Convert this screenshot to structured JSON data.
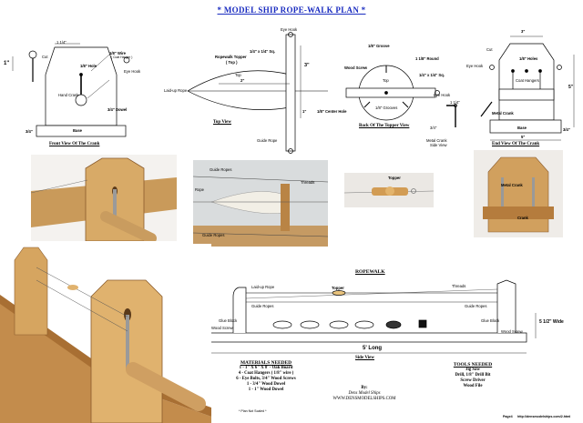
{
  "title": "* MODEL SHIP ROPE-WALK PLAN *",
  "front_view": {
    "caption": "Front View Of The Crank",
    "labels": {
      "dim_top": "1 1/4\"",
      "dim_left": "1\"",
      "cut": "Cut",
      "wire": "1/8\" Wire",
      "wire_sub": "( Coat Hanger )",
      "hole": "1/8\" Hole",
      "eye_hook": "Eye Hook",
      "hand_crank": "Hand Crank",
      "dowel": "3/4\" Dowel",
      "base": "Base",
      "dim_base": "3/4\""
    }
  },
  "topper_view": {
    "caption": "Top View",
    "labels": {
      "eye_hook": "Eye Hook",
      "rope_topper": "Ropewalk Topper",
      "rope_topper_sub": "( Top )",
      "sq": "1/4\" x 1/4\" Sq.",
      "dim3": "3\"",
      "dim2": "2\"",
      "top": "Top",
      "laid_rope": "Laid-up Rope",
      "guide_rope": "Guide Rope",
      "dim1": "1\""
    }
  },
  "back_topper": {
    "caption": "Back Of The Topper View",
    "labels": {
      "groove": "1/8\" Groove",
      "round": "1 1/8\" Round",
      "wood_screw": "Wood Screw",
      "top": "Top",
      "sq": "1/4\" x 1/4\" Sq.",
      "eye_hook": "Eye Hook",
      "center_hole": "1/8\" Center Hole",
      "grooves": "1/8\" Grooves",
      "dim_1_1_4": "1 1/4\"",
      "dim_3_4": "3/4\"",
      "crank_side": "Metal Crank",
      "crank_side_sub": "Side View"
    }
  },
  "end_view": {
    "caption": "End View Of The Crank",
    "labels": {
      "dim3": "3\"",
      "holes": "1/8\" Holes",
      "coat_hangers": "Coat Hangers",
      "eye_hook": "Eye Hook",
      "cut": "Cut",
      "metal_crank": "Metal Crank",
      "dim5": "5\"",
      "base": "Base",
      "dim_base_w": "5\"",
      "dim_base_h": "3/4\""
    }
  },
  "photo2_labels": {
    "guide_ropes": "Guide Ropes",
    "rope": "Rope",
    "threads": "Threads",
    "guide_ropes2": "Guide Ropes"
  },
  "photo3_labels": {
    "topper": "Topper"
  },
  "photo4_labels": {
    "metal_crank": "Metal Crank",
    "crank": "Crank"
  },
  "ropewalk": {
    "title": "ROPEWALK",
    "caption": "Side View",
    "labels": {
      "laidup_rope": "Laid-up Rope",
      "topper": "Topper",
      "threads": "Threads",
      "guide_ropes_l": "Guide Ropes",
      "guide_ropes_r": "Guide Ropes",
      "glue_block_l": "Glue Block",
      "wood_screw_l": "Wood Screw",
      "glue_block_r": "Glue Block",
      "wood_screw_r": "Wood Screw",
      "width": "5 1/2\" Wide",
      "length": "5' Long"
    }
  },
  "materials": {
    "heading": "MATERIALS NEEDED",
    "items": [
      "1 - 1\" X 6\" X 8' - Oak Board",
      "4 - Coat Hangers ( 1/8\" wire )",
      "6 - Eye Bolts, 3/4\" Wood Screws",
      "1 - 3/4\" Wood Dowel",
      "1 - 1\" Wood Dowel"
    ]
  },
  "credit": {
    "by": "By:",
    "name": "Dens Model Ships",
    "url": "WWW.DENSMODELSHIPS.COM"
  },
  "tools": {
    "heading": "TOOLS NEEDED",
    "items": [
      "Jig Saw",
      "Drill, 1/8\" Drill Bit",
      "Screw Driver",
      "Wood File"
    ]
  },
  "footer": {
    "note": "* Plan Not Scaled *",
    "page": "Page4",
    "url": "http://densmodelships.com/2.html"
  },
  "colors": {
    "title": "#1a2cc0",
    "wood_light": "#d9a865",
    "wood_dark": "#b97e3d",
    "bg_photo": "#e8e4df"
  }
}
